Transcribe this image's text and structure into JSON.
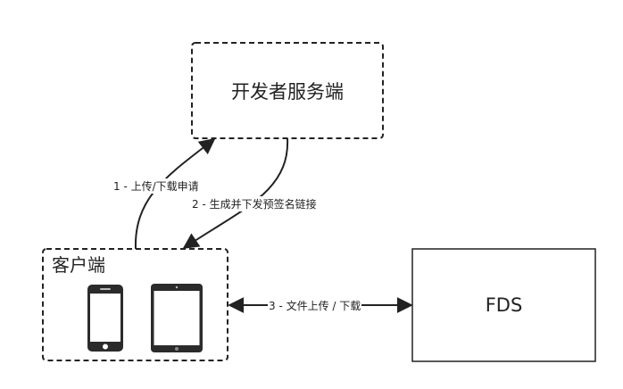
{
  "nodes": {
    "developer_server": {
      "label": "开发者服务端"
    },
    "client": {
      "label": "客户端"
    },
    "fds": {
      "label": "FDS"
    }
  },
  "edges": {
    "request": {
      "label": "1 - 上传/下载申请"
    },
    "presign": {
      "label": "2 - 生成并下发预签名链接"
    },
    "transfer": {
      "label": "3 - 文件上传 / 下载"
    }
  },
  "icons": [
    "phone-icon",
    "tablet-icon"
  ],
  "colors": {
    "stroke": "#222222",
    "device": "#2b2b2b",
    "background": "#ffffff"
  }
}
